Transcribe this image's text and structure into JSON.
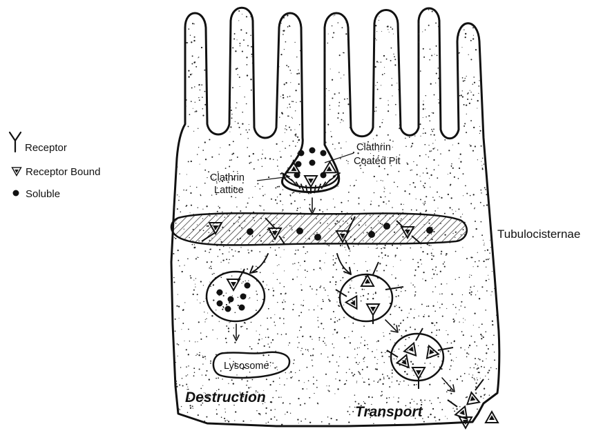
{
  "legend": {
    "receptor": "Receptor",
    "receptor_bound": "Receptor Bound",
    "soluble": "Soluble"
  },
  "labels": {
    "clathrin_coated_pit": [
      "Clathrin",
      "Coated Pit"
    ],
    "clathrin_lattice": [
      "Clathrin",
      "Lattice"
    ],
    "tubulocisternae": "Tubulocisternae",
    "lysosome": "Lysosome",
    "destruction": "Destruction",
    "transport": "Transport"
  }
}
